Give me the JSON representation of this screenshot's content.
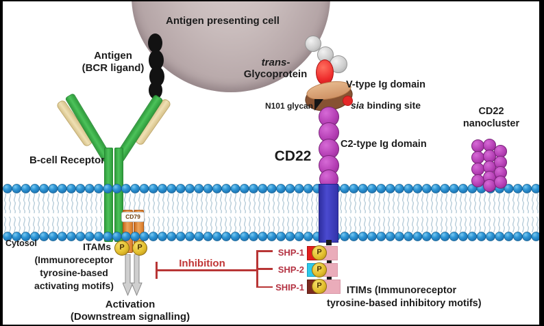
{
  "apc": {
    "label": "Antigen presenting cell"
  },
  "antigen": {
    "line1": "Antigen",
    "line2": "(BCR ligand)"
  },
  "bcr": {
    "label": "B-cell Receptor",
    "cd79": "CD79"
  },
  "glycoprotein": {
    "line1": "trans-",
    "line2": "Glycoprotein"
  },
  "cd22": {
    "name": "CD22",
    "v_type": "V-type Ig domain",
    "n101": "N101 glycan",
    "sia_italic": "sia",
    "sia_rest": "binding site",
    "c2_type": "C2-type Ig domain",
    "nano_line1": "CD22",
    "nano_line2": "nanocluster"
  },
  "membrane": {
    "cytosol": "Cytosol"
  },
  "signaling": {
    "p": "P",
    "itams": [
      "ITAMs",
      "(Immunoreceptor",
      "tyrosine-based",
      "activating motifs)"
    ],
    "activation1": "Activation",
    "activation2": "(Downstream signalling)",
    "inhibition": "Inhibition",
    "enzymes": [
      {
        "name": "SHP-1",
        "color": "#e31e1e"
      },
      {
        "name": "SHP-2",
        "color": "#2ec9ea"
      },
      {
        "name": "SHIP-1",
        "color": "#7c2a20"
      }
    ],
    "itims1": "ITIMs (Immunoreceptor",
    "itims2": "tyrosine-based inhibitory motifs)"
  },
  "colors": {
    "membrane-head": "#2e96d6",
    "membrane-head-edge": "#1b6fae",
    "membrane-tail": "#b5cbd8",
    "receptor-green": "#3eb44d",
    "light-chain-tan": "#e7d5a2",
    "cd79-orange": "#e08030",
    "phospho-gold": "#e3bf2e",
    "cd22-purple": "#b23cb2",
    "cd22-tm-blue": "#3d3dbd",
    "itim-pink": "#eaacba",
    "shp1-red": "#e31e1e",
    "shp2-cyan": "#2ec9ea",
    "ship1-maroon": "#7c2a20",
    "inhibition-red": "#b83535",
    "enzyme-text": "#b43242"
  }
}
